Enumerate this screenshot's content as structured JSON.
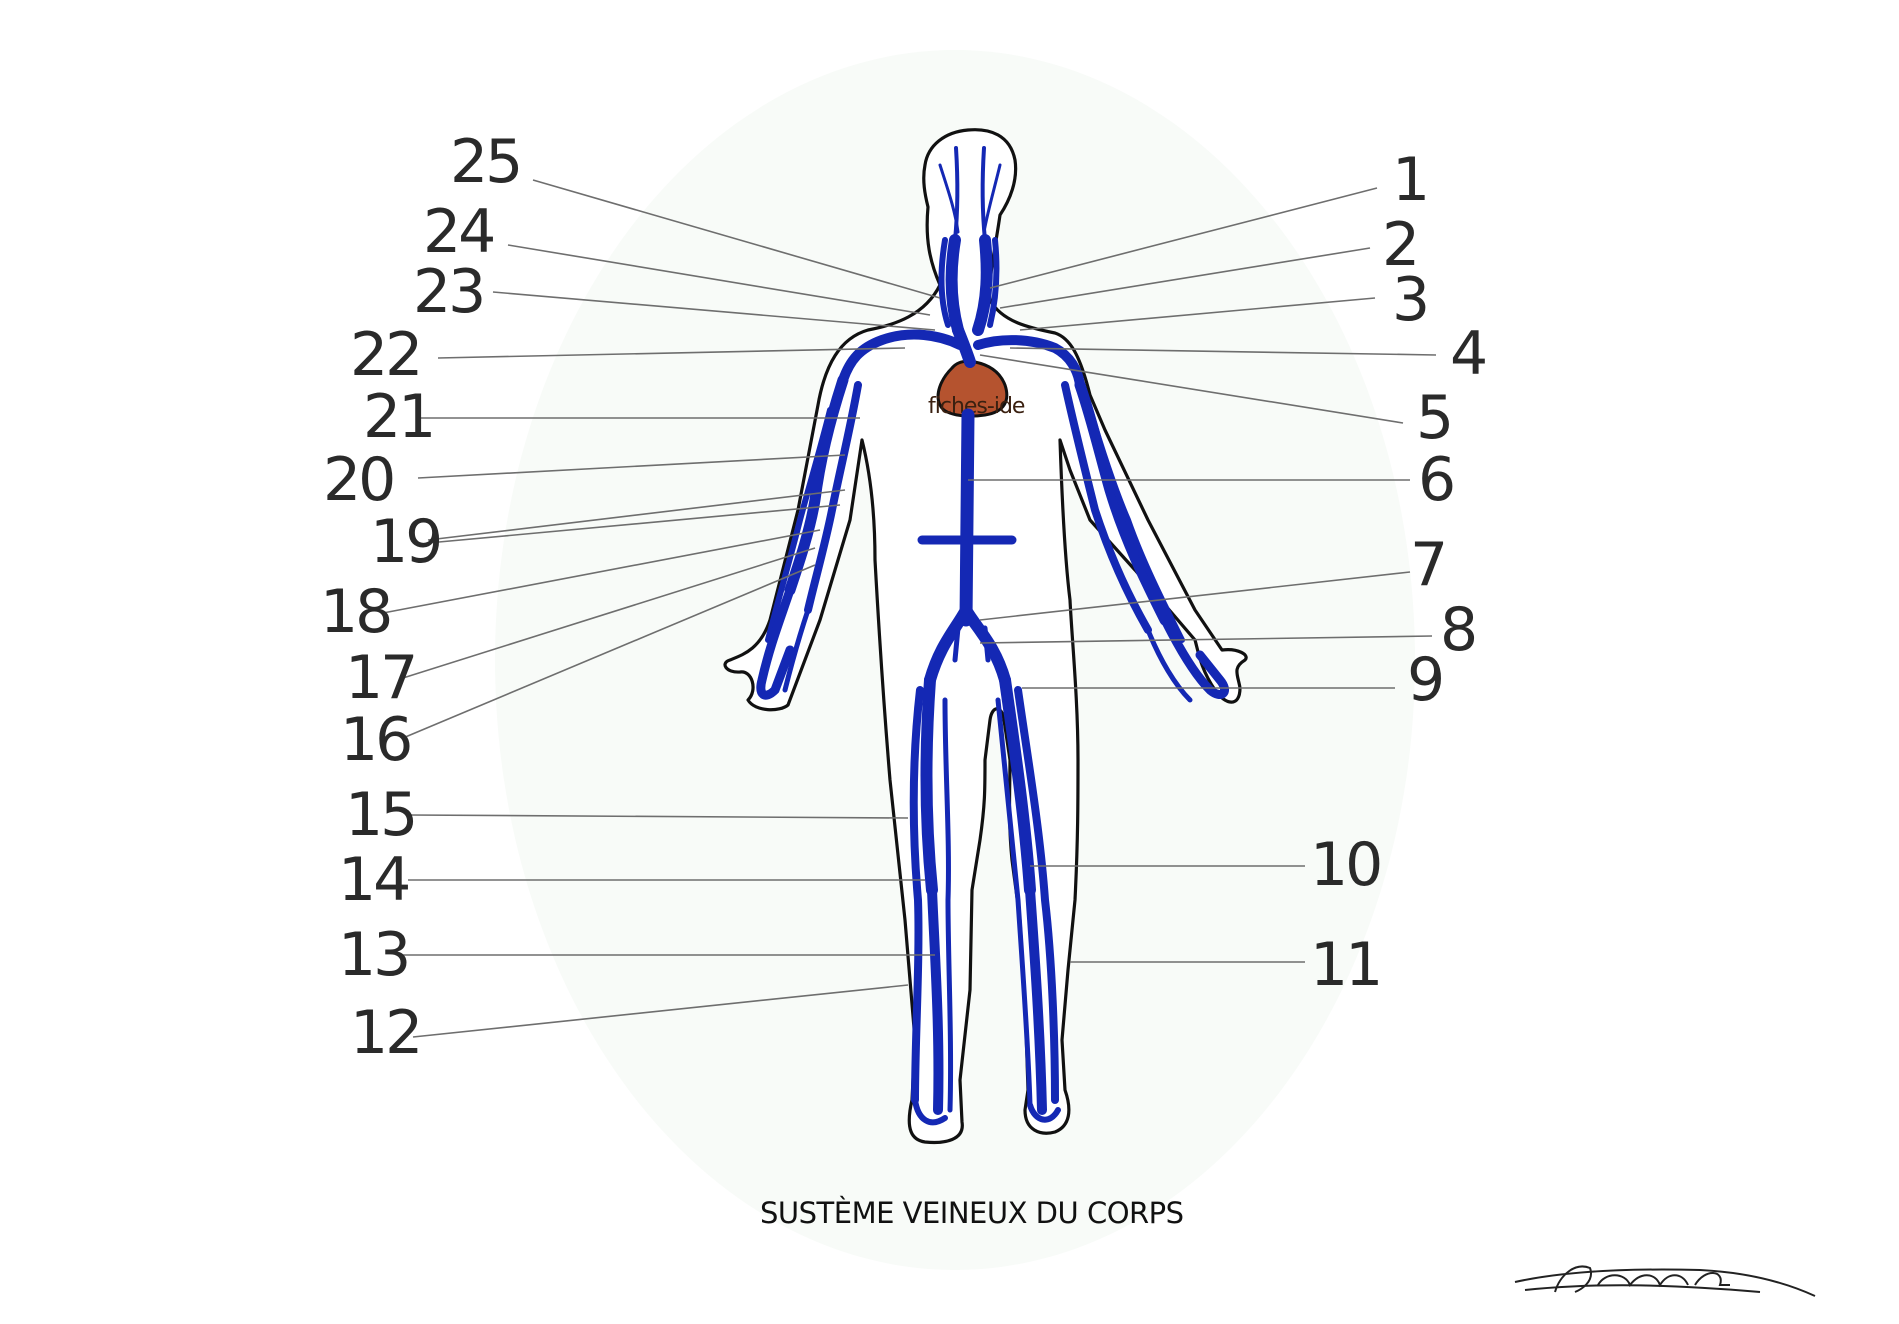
{
  "title": "SUSTÈME VEINEUX DU CORPS",
  "watermark": "fiches-ide",
  "labels": [
    "1",
    "2",
    "3",
    "4",
    "5",
    "6",
    "7",
    "8",
    "9",
    "10",
    "11",
    "12",
    "13",
    "14",
    "15",
    "16",
    "17",
    "18",
    "19",
    "20",
    "21",
    "22",
    "23",
    "24",
    "25"
  ],
  "colors": {
    "vein": "#1428b4",
    "heart": "#b5532f",
    "outline": "#111111",
    "leader": "#6e6e6e"
  },
  "signature_text": "Léana"
}
